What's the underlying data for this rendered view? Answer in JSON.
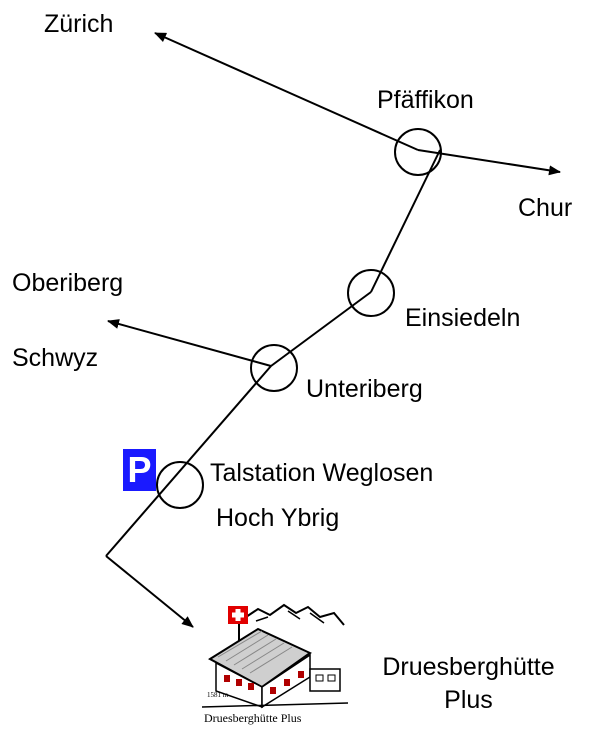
{
  "places": {
    "zurich": "Zürich",
    "pfaffikon": "Pfäffikon",
    "chur": "Chur",
    "oberiberg": "Oberiberg",
    "einsiedeln": "Einsiedeln",
    "schwyz": "Schwyz",
    "unteriberg": "Unteriberg",
    "talstation_line1": "Talstation Weglosen",
    "talstation_line2": "Hoch Ybrig",
    "destination_line1": "Druesberghütte",
    "destination_line2": "Plus"
  },
  "parking": {
    "label": "P",
    "color": "#1a1aff"
  },
  "logo": {
    "altitude": "1581 m",
    "name": "Druesberghütte Plus",
    "flag_color": "#e10000"
  },
  "icons": [
    "arrow-icon",
    "waypoint-circle-icon",
    "parking-icon",
    "swiss-flag-icon",
    "hut-icon",
    "mountain-icon"
  ]
}
